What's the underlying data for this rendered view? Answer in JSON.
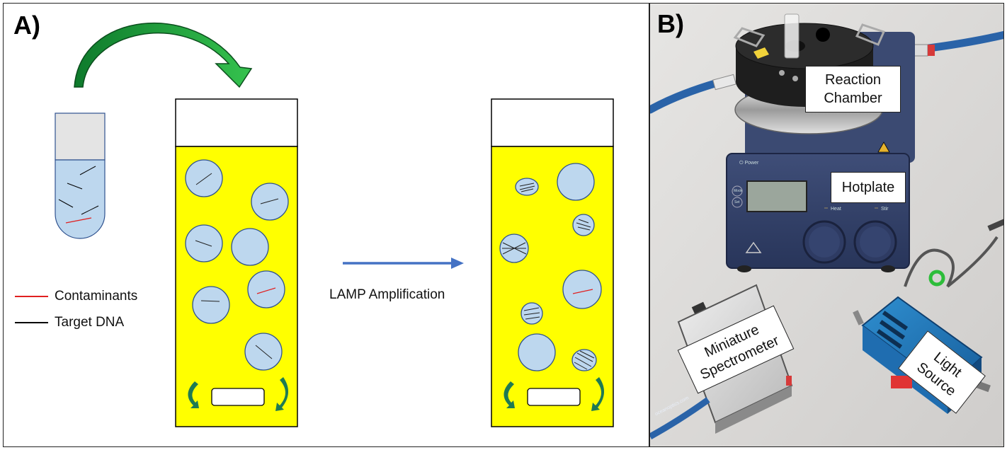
{
  "panel_a": {
    "label": "A)",
    "legend": [
      {
        "text": "Contaminants",
        "color": "#e02020"
      },
      {
        "text": "Target DNA",
        "color": "#000000"
      }
    ],
    "arrow_label": "LAMP Amplification",
    "colors": {
      "liquid": "#ffff00",
      "bead": "#bdd7ee",
      "tube": "#bdd7ee",
      "curved_arrow": "#1a9a3a",
      "flow_arrow": "#4472c4"
    }
  },
  "panel_b": {
    "label": "B)",
    "callouts": {
      "reaction_chamber": "Reaction\nChamber",
      "hotplate": "Hotplate",
      "spectrometer": "Miniature\nSpectrometer",
      "light_source": "Light\nSource"
    },
    "device_text": {
      "power": "⏻ Power",
      "mode": "Mode",
      "set": "Set",
      "heat": "Heat",
      "stir": "Stir",
      "fiber_brand": "oceanoptics.com"
    }
  }
}
